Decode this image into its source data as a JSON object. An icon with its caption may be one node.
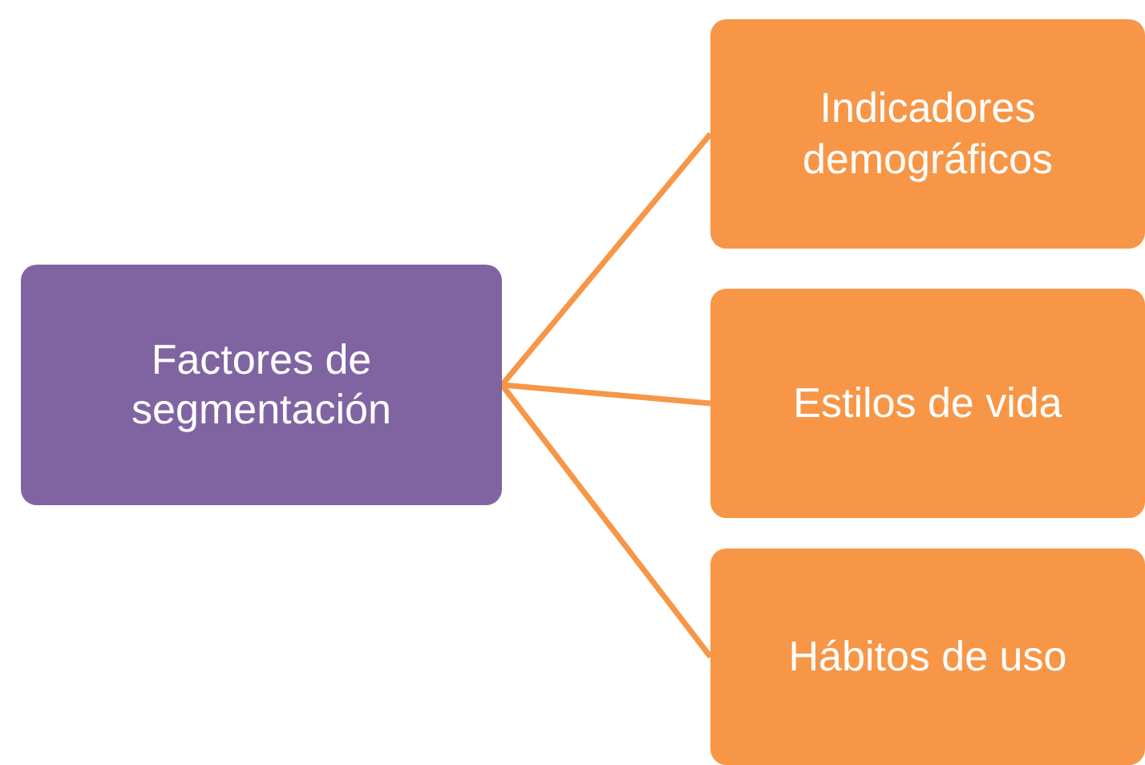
{
  "diagram": {
    "nodes": [
      {
        "text": [
          "Factores de segmentación"
        ]
      },
      {
        "text": [
          "Indicadores demográficos"
        ]
      },
      {
        "text": [
          "Estilos de vida"
        ]
      },
      {
        "text": [
          "Hábitos de uso"
        ]
      }
    ],
    "edges": [
      {
        "from": 0,
        "to": 1,
        "arrow": "none"
      },
      {
        "from": 0,
        "to": 2,
        "arrow": "none"
      },
      {
        "from": 0,
        "to": 3,
        "arrow": "none"
      }
    ]
  }
}
